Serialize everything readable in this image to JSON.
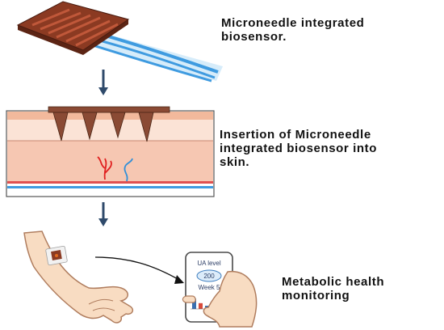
{
  "steps": [
    {
      "lines": [
        "Microneedle integrated",
        "biosensor."
      ]
    },
    {
      "lines": [
        "Insertion of Microneedle",
        "integrated biosensor into",
        "skin."
      ]
    },
    {
      "lines": [
        "Metabolic health",
        "monitoring"
      ]
    }
  ],
  "phone": {
    "title": "UA level",
    "value": "200",
    "period": "Week 5",
    "bars": [
      0.8,
      0.45,
      0.25,
      0.55
    ]
  },
  "colors": {
    "patch": "#8b3a22",
    "patch_dark": "#5c2414",
    "ribbon": "#3f9be0",
    "skin_top": "#f2b99c",
    "skin_mid": "#fbe3d6",
    "skin_deep": "#f6c7b2",
    "needle": "#8a4a34",
    "blood_vessel_red": "#e02020",
    "blood_vessel_blue": "#2f8fd8",
    "arrow": "#2f4a6b"
  }
}
